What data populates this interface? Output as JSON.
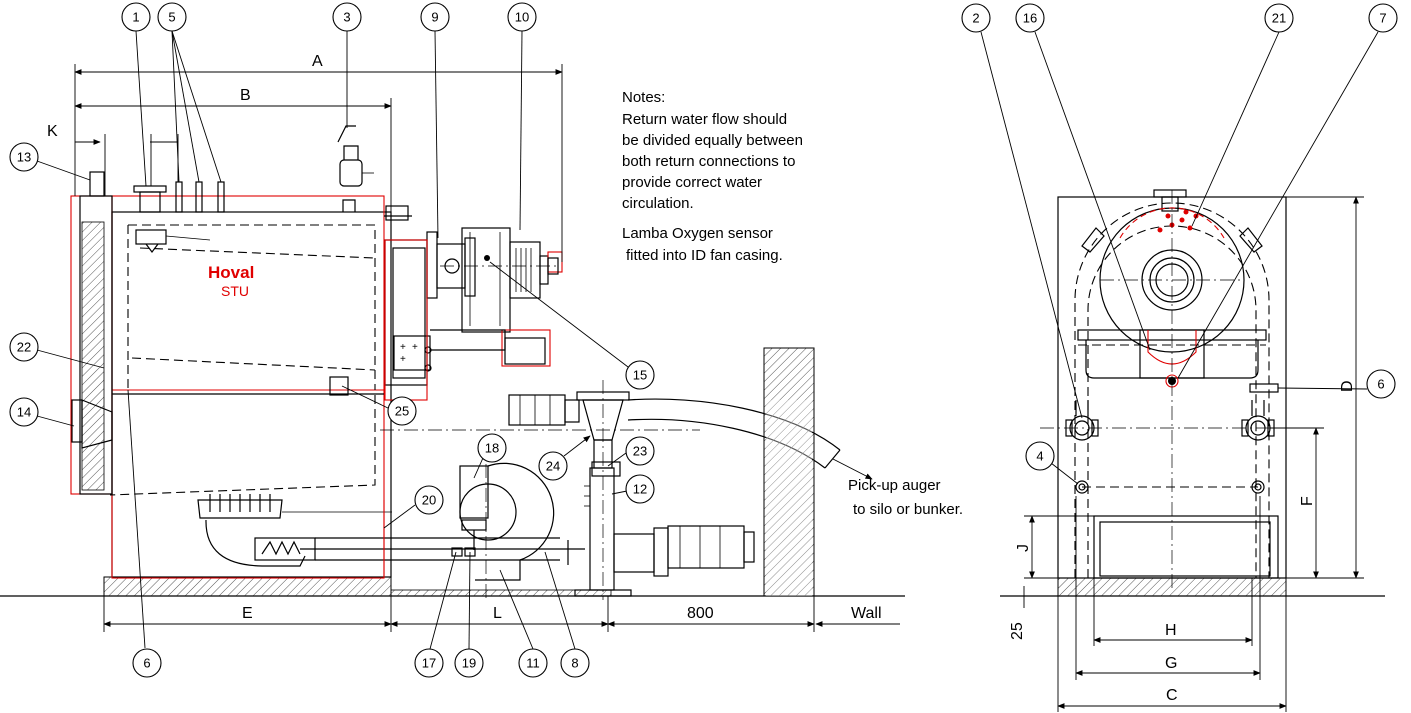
{
  "brand": {
    "name": "Hoval",
    "model": "STU",
    "color": "#e00000"
  },
  "notes": {
    "title": "Notes:",
    "lines": [
      "Return water flow should",
      "be divided equally between",
      "both return connections to",
      "provide correct water",
      "circulation.",
      "Lamba Oxygen sensor",
      "fitted into ID fan casing."
    ]
  },
  "auger_label": [
    "Pick-up auger",
    "to silo or bunker."
  ],
  "dims": {
    "A": "A",
    "B": "B",
    "K": "K",
    "E": "E",
    "L": "L",
    "clearance": "800",
    "wall": "Wall",
    "C": "C",
    "G": "G",
    "H": "H",
    "D": "D",
    "F": "F",
    "J": "J",
    "base": "25"
  },
  "balloons": {
    "b1": "1",
    "b5": "5",
    "b3": "3",
    "b9": "9",
    "b10": "10",
    "b13": "13",
    "b15": "15",
    "b22": "22",
    "b14": "14",
    "b25": "25",
    "b18": "18",
    "b24": "24",
    "b23": "23",
    "b12": "12",
    "b20": "20",
    "b6": "6",
    "b17": "17",
    "b19": "19",
    "b11": "11",
    "b8": "8",
    "e2": "2",
    "e16": "16",
    "e21": "21",
    "e7": "7",
    "e6": "6",
    "e4": "4"
  }
}
